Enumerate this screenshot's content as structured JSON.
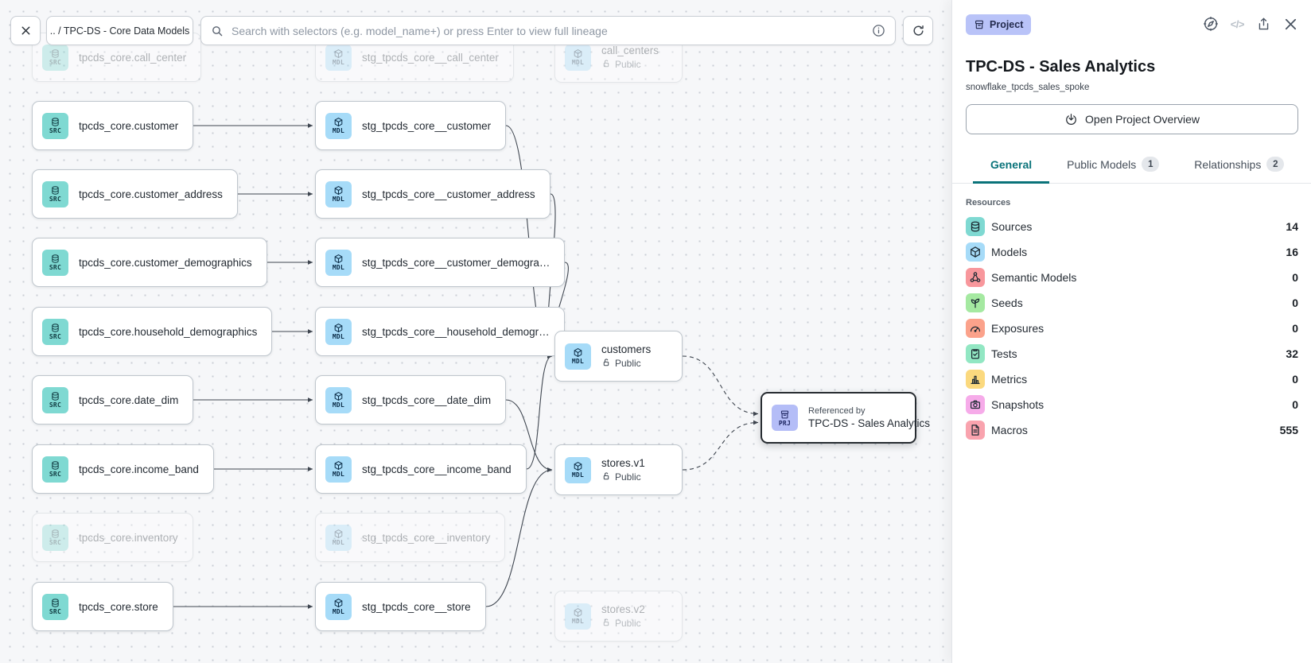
{
  "topbar": {
    "breadcrumb": ".. / TPC-DS - Core Data Models",
    "search_placeholder": "Search with selectors (e.g. model_name+) or press Enter to view full lineage",
    "icons": {
      "close": "close-icon",
      "search": "search-icon",
      "info": "info-icon",
      "refresh": "refresh-icon"
    }
  },
  "lineage": {
    "nodes": [
      {
        "id": "src_call_center",
        "kind": "SRC",
        "label": "tpcds_core.call_center",
        "faded": true
      },
      {
        "id": "src_customer",
        "kind": "SRC",
        "label": "tpcds_core.customer"
      },
      {
        "id": "src_customer_address",
        "kind": "SRC",
        "label": "tpcds_core.customer_address"
      },
      {
        "id": "src_customer_demographics",
        "kind": "SRC",
        "label": "tpcds_core.customer_demographics"
      },
      {
        "id": "src_household_demographics",
        "kind": "SRC",
        "label": "tpcds_core.household_demographics"
      },
      {
        "id": "src_date_dim",
        "kind": "SRC",
        "label": "tpcds_core.date_dim"
      },
      {
        "id": "src_income_band",
        "kind": "SRC",
        "label": "tpcds_core.income_band"
      },
      {
        "id": "src_inventory",
        "kind": "SRC",
        "label": "tpcds_core.inventory",
        "faded": true
      },
      {
        "id": "src_store",
        "kind": "SRC",
        "label": "tpcds_core.store"
      },
      {
        "id": "mdl_call_center",
        "kind": "MDL",
        "label": "stg_tpcds_core__call_center",
        "faded": true
      },
      {
        "id": "mdl_customer",
        "kind": "MDL",
        "label": "stg_tpcds_core__customer"
      },
      {
        "id": "mdl_customer_address",
        "kind": "MDL",
        "label": "stg_tpcds_core__customer_address"
      },
      {
        "id": "mdl_customer_demographics",
        "kind": "MDL",
        "label": "stg_tpcds_core__customer_demogra…"
      },
      {
        "id": "mdl_household_demographics",
        "kind": "MDL",
        "label": "stg_tpcds_core__household_demogr…"
      },
      {
        "id": "mdl_date_dim",
        "kind": "MDL",
        "label": "stg_tpcds_core__date_dim"
      },
      {
        "id": "mdl_income_band",
        "kind": "MDL",
        "label": "stg_tpcds_core__income_band"
      },
      {
        "id": "mdl_inventory",
        "kind": "MDL",
        "label": "stg_tpcds_core__inventory",
        "faded": true
      },
      {
        "id": "mdl_store",
        "kind": "MDL",
        "label": "stg_tpcds_core__store"
      },
      {
        "id": "pub_call_centers",
        "kind": "MDL",
        "label": "call_centers",
        "sub": "Public",
        "faded": true
      },
      {
        "id": "pub_customers",
        "kind": "MDL",
        "label": "customers",
        "sub": "Public"
      },
      {
        "id": "pub_stores_v1",
        "kind": "MDL",
        "label": "stores.v1",
        "sub": "Public"
      },
      {
        "id": "pub_stores_v2",
        "kind": "MDL",
        "label": "stores.v2",
        "sub": "Public",
        "faded": true
      },
      {
        "id": "prj_sales_analytics",
        "kind": "PRJ",
        "eyebrow": "Referenced by",
        "label": "TPC-DS - Sales Analytics",
        "selected": true
      }
    ],
    "edges": [
      {
        "from": "src_customer",
        "to": "mdl_customer",
        "style": "solid"
      },
      {
        "from": "src_customer_address",
        "to": "mdl_customer_address",
        "style": "solid"
      },
      {
        "from": "src_customer_demographics",
        "to": "mdl_customer_demographics",
        "style": "solid"
      },
      {
        "from": "src_household_demographics",
        "to": "mdl_household_demographics",
        "style": "solid"
      },
      {
        "from": "src_date_dim",
        "to": "mdl_date_dim",
        "style": "solid"
      },
      {
        "from": "src_income_band",
        "to": "mdl_income_band",
        "style": "solid"
      },
      {
        "from": "src_store",
        "to": "mdl_store",
        "style": "solid"
      },
      {
        "from": "mdl_customer",
        "to": "pub_customers",
        "style": "solid"
      },
      {
        "from": "mdl_customer_address",
        "to": "pub_customers",
        "style": "solid"
      },
      {
        "from": "mdl_customer_demographics",
        "to": "pub_customers",
        "style": "solid"
      },
      {
        "from": "mdl_household_demographics",
        "to": "pub_customers",
        "style": "solid"
      },
      {
        "from": "mdl_income_band",
        "to": "pub_customers",
        "style": "solid"
      },
      {
        "from": "mdl_date_dim",
        "to": "pub_stores_v1",
        "style": "solid"
      },
      {
        "from": "mdl_store",
        "to": "pub_stores_v1",
        "style": "solid"
      },
      {
        "from": "pub_customers",
        "to": "prj_sales_analytics",
        "style": "dashed"
      },
      {
        "from": "pub_stores_v1",
        "to": "prj_sales_analytics",
        "style": "dashed"
      }
    ]
  },
  "panel": {
    "type_badge": "Project",
    "title": "TPC-DS - Sales Analytics",
    "subtitle": "snowflake_tpcds_sales_spoke",
    "overview_button": "Open Project Overview",
    "action_icons": [
      "compass-icon",
      "code-icon",
      "share-icon",
      "close-icon"
    ],
    "code_icon_glyph": "</>",
    "tabs": [
      {
        "label": "General",
        "active": true,
        "badge": null
      },
      {
        "label": "Public Models",
        "active": false,
        "badge": "1"
      },
      {
        "label": "Relationships",
        "active": false,
        "badge": "2"
      }
    ],
    "resources_heading": "Resources",
    "resources": [
      {
        "label": "Sources",
        "count": "14",
        "icon": "database-icon",
        "color": "#7fd9d2"
      },
      {
        "label": "Models",
        "count": "16",
        "icon": "cube-icon",
        "color": "#a6dbf8"
      },
      {
        "label": "Semantic Models",
        "count": "0",
        "icon": "semantic-model-icon",
        "color": "#f8979c"
      },
      {
        "label": "Seeds",
        "count": "0",
        "icon": "seed-icon",
        "color": "#a5e9a1"
      },
      {
        "label": "Exposures",
        "count": "0",
        "icon": "exposure-gauge-icon",
        "color": "#fba28b"
      },
      {
        "label": "Tests",
        "count": "32",
        "icon": "test-clipboard-icon",
        "color": "#92e7c3"
      },
      {
        "label": "Metrics",
        "count": "0",
        "icon": "metrics-chart-icon",
        "color": "#fbd97e"
      },
      {
        "label": "Snapshots",
        "count": "0",
        "icon": "snapshot-camera-icon",
        "color": "#f6abe9"
      },
      {
        "label": "Macros",
        "count": "555",
        "icon": "macro-file-icon",
        "color": "#f9a3ae"
      }
    ]
  },
  "colors": {
    "accent_teal": "#0a737a",
    "src_chip": "#7fd9d2",
    "mdl_chip": "#a6dbf8",
    "prj_chip": "#b4bdf7",
    "project_badge": "#b9c3f8",
    "edge": "#3f4650"
  }
}
